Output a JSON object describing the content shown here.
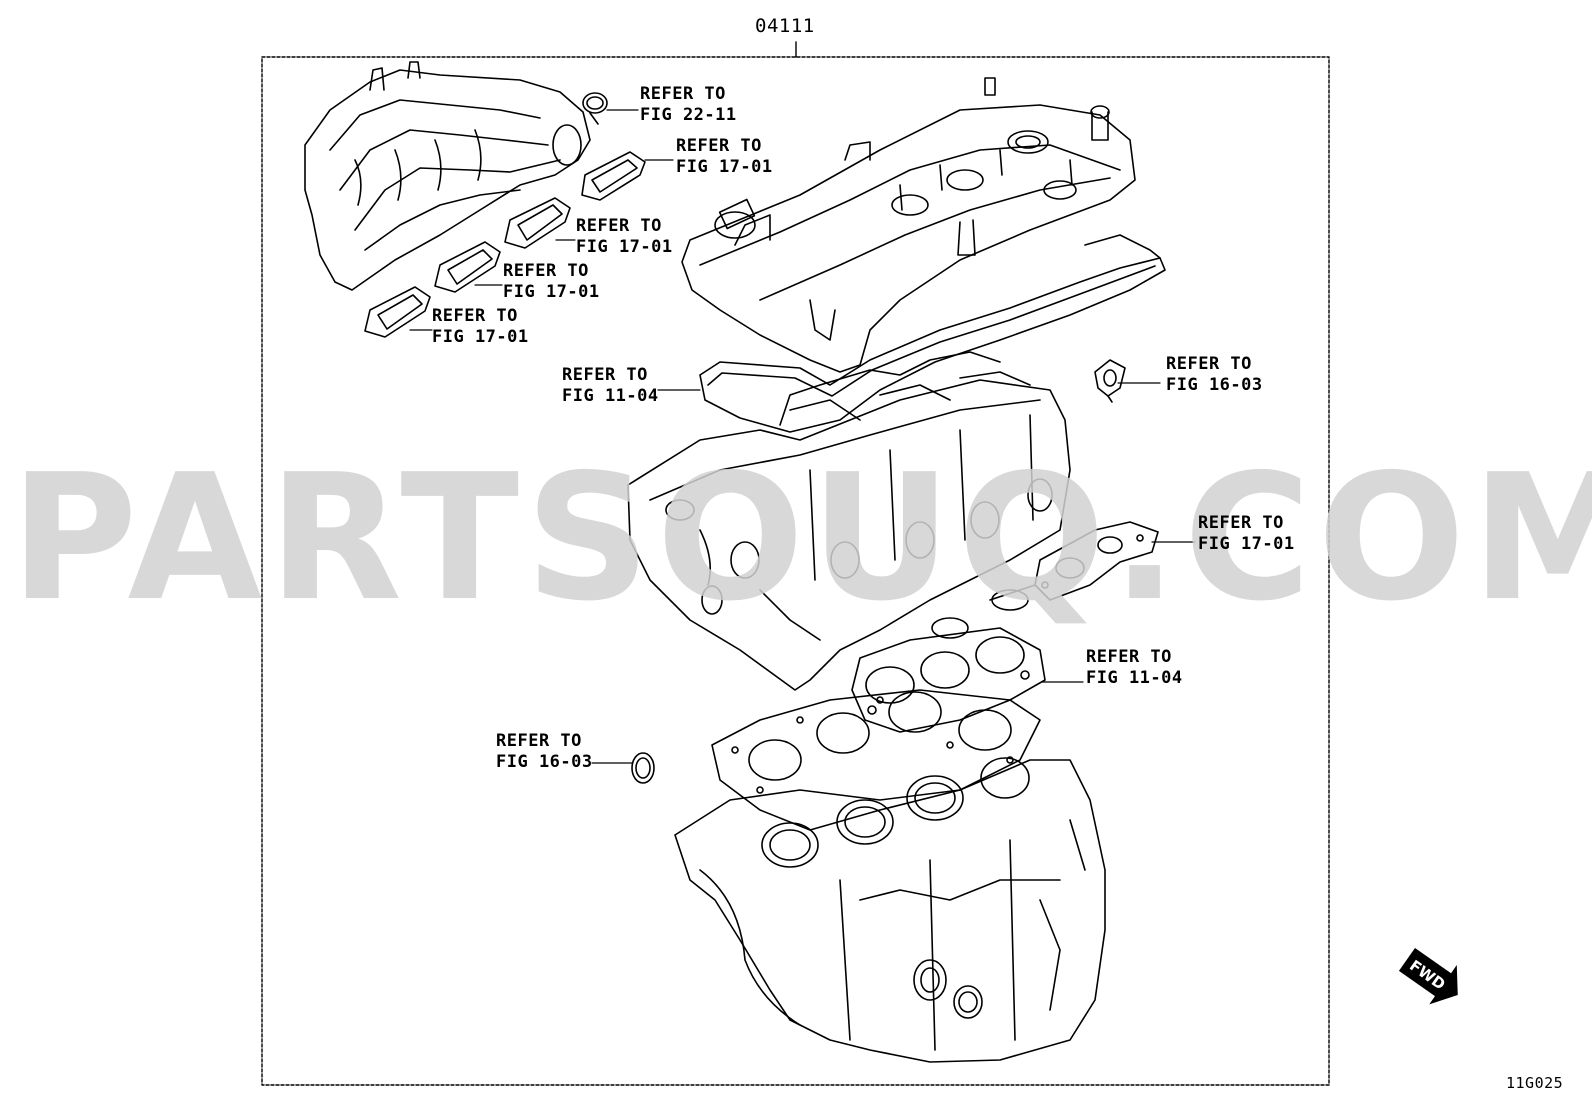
{
  "assembly": {
    "part_number": "04111",
    "figure_code": "11G025"
  },
  "watermark": "PARTSOUQ.COM",
  "fwd_badge": "FWD",
  "callouts": [
    {
      "id": "oil-seal",
      "line1": "REFER TO",
      "line2": "FIG 22-11"
    },
    {
      "id": "intake-gasket-1",
      "line1": "REFER TO",
      "line2": "FIG 17-01"
    },
    {
      "id": "intake-gasket-2",
      "line1": "REFER TO",
      "line2": "FIG 17-01"
    },
    {
      "id": "intake-gasket-3",
      "line1": "REFER TO",
      "line2": "FIG 17-01"
    },
    {
      "id": "intake-gasket-4",
      "line1": "REFER TO",
      "line2": "FIG 17-01"
    },
    {
      "id": "valve-cover-gasket",
      "line1": "REFER TO",
      "line2": "FIG 11-04"
    },
    {
      "id": "water-outlet-gasket",
      "line1": "REFER TO",
      "line2": "FIG 16-03"
    },
    {
      "id": "exhaust-gasket",
      "line1": "REFER TO",
      "line2": "FIG 17-01"
    },
    {
      "id": "head-gasket",
      "line1": "REFER TO",
      "line2": "FIG 11-04"
    },
    {
      "id": "o-ring",
      "line1": "REFER TO",
      "line2": "FIG 16-03"
    }
  ]
}
